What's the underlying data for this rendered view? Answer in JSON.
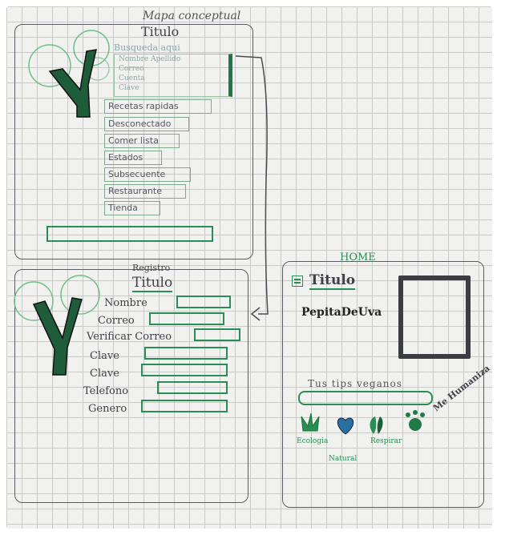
{
  "top_note": "Mapa conceptual",
  "menu_panel": {
    "title": "Titulo",
    "search_label": "Busqueda aqui",
    "search_lines": [
      "Nombre Apellido",
      "Correo",
      "Cuenta",
      "Clave"
    ],
    "menu_items": [
      "Recetas rapidas",
      "Desconectado",
      "Comer lista",
      "Estados",
      "Subsecuente",
      "Restaurante",
      "Tienda"
    ]
  },
  "register_panel": {
    "heading": "Registro",
    "title": "Titulo",
    "fields": [
      "Nombre",
      "Correo",
      "Verificar Correo",
      "Clave",
      "Clave",
      "Telefono",
      "Genero"
    ]
  },
  "home_panel": {
    "heading": "HOME",
    "title": "Titulo",
    "username": "PepitaDeUva",
    "tips_label": "Tus tips veganos",
    "side_note": "Me Humaniza",
    "icon_labels": [
      "Ecologia",
      "Natural",
      "Respirar"
    ]
  },
  "colors": {
    "ink": "#3e4148",
    "green": "#2a8d55",
    "dark_green": "#1f5c3a",
    "grid": "#c9c9c6"
  }
}
